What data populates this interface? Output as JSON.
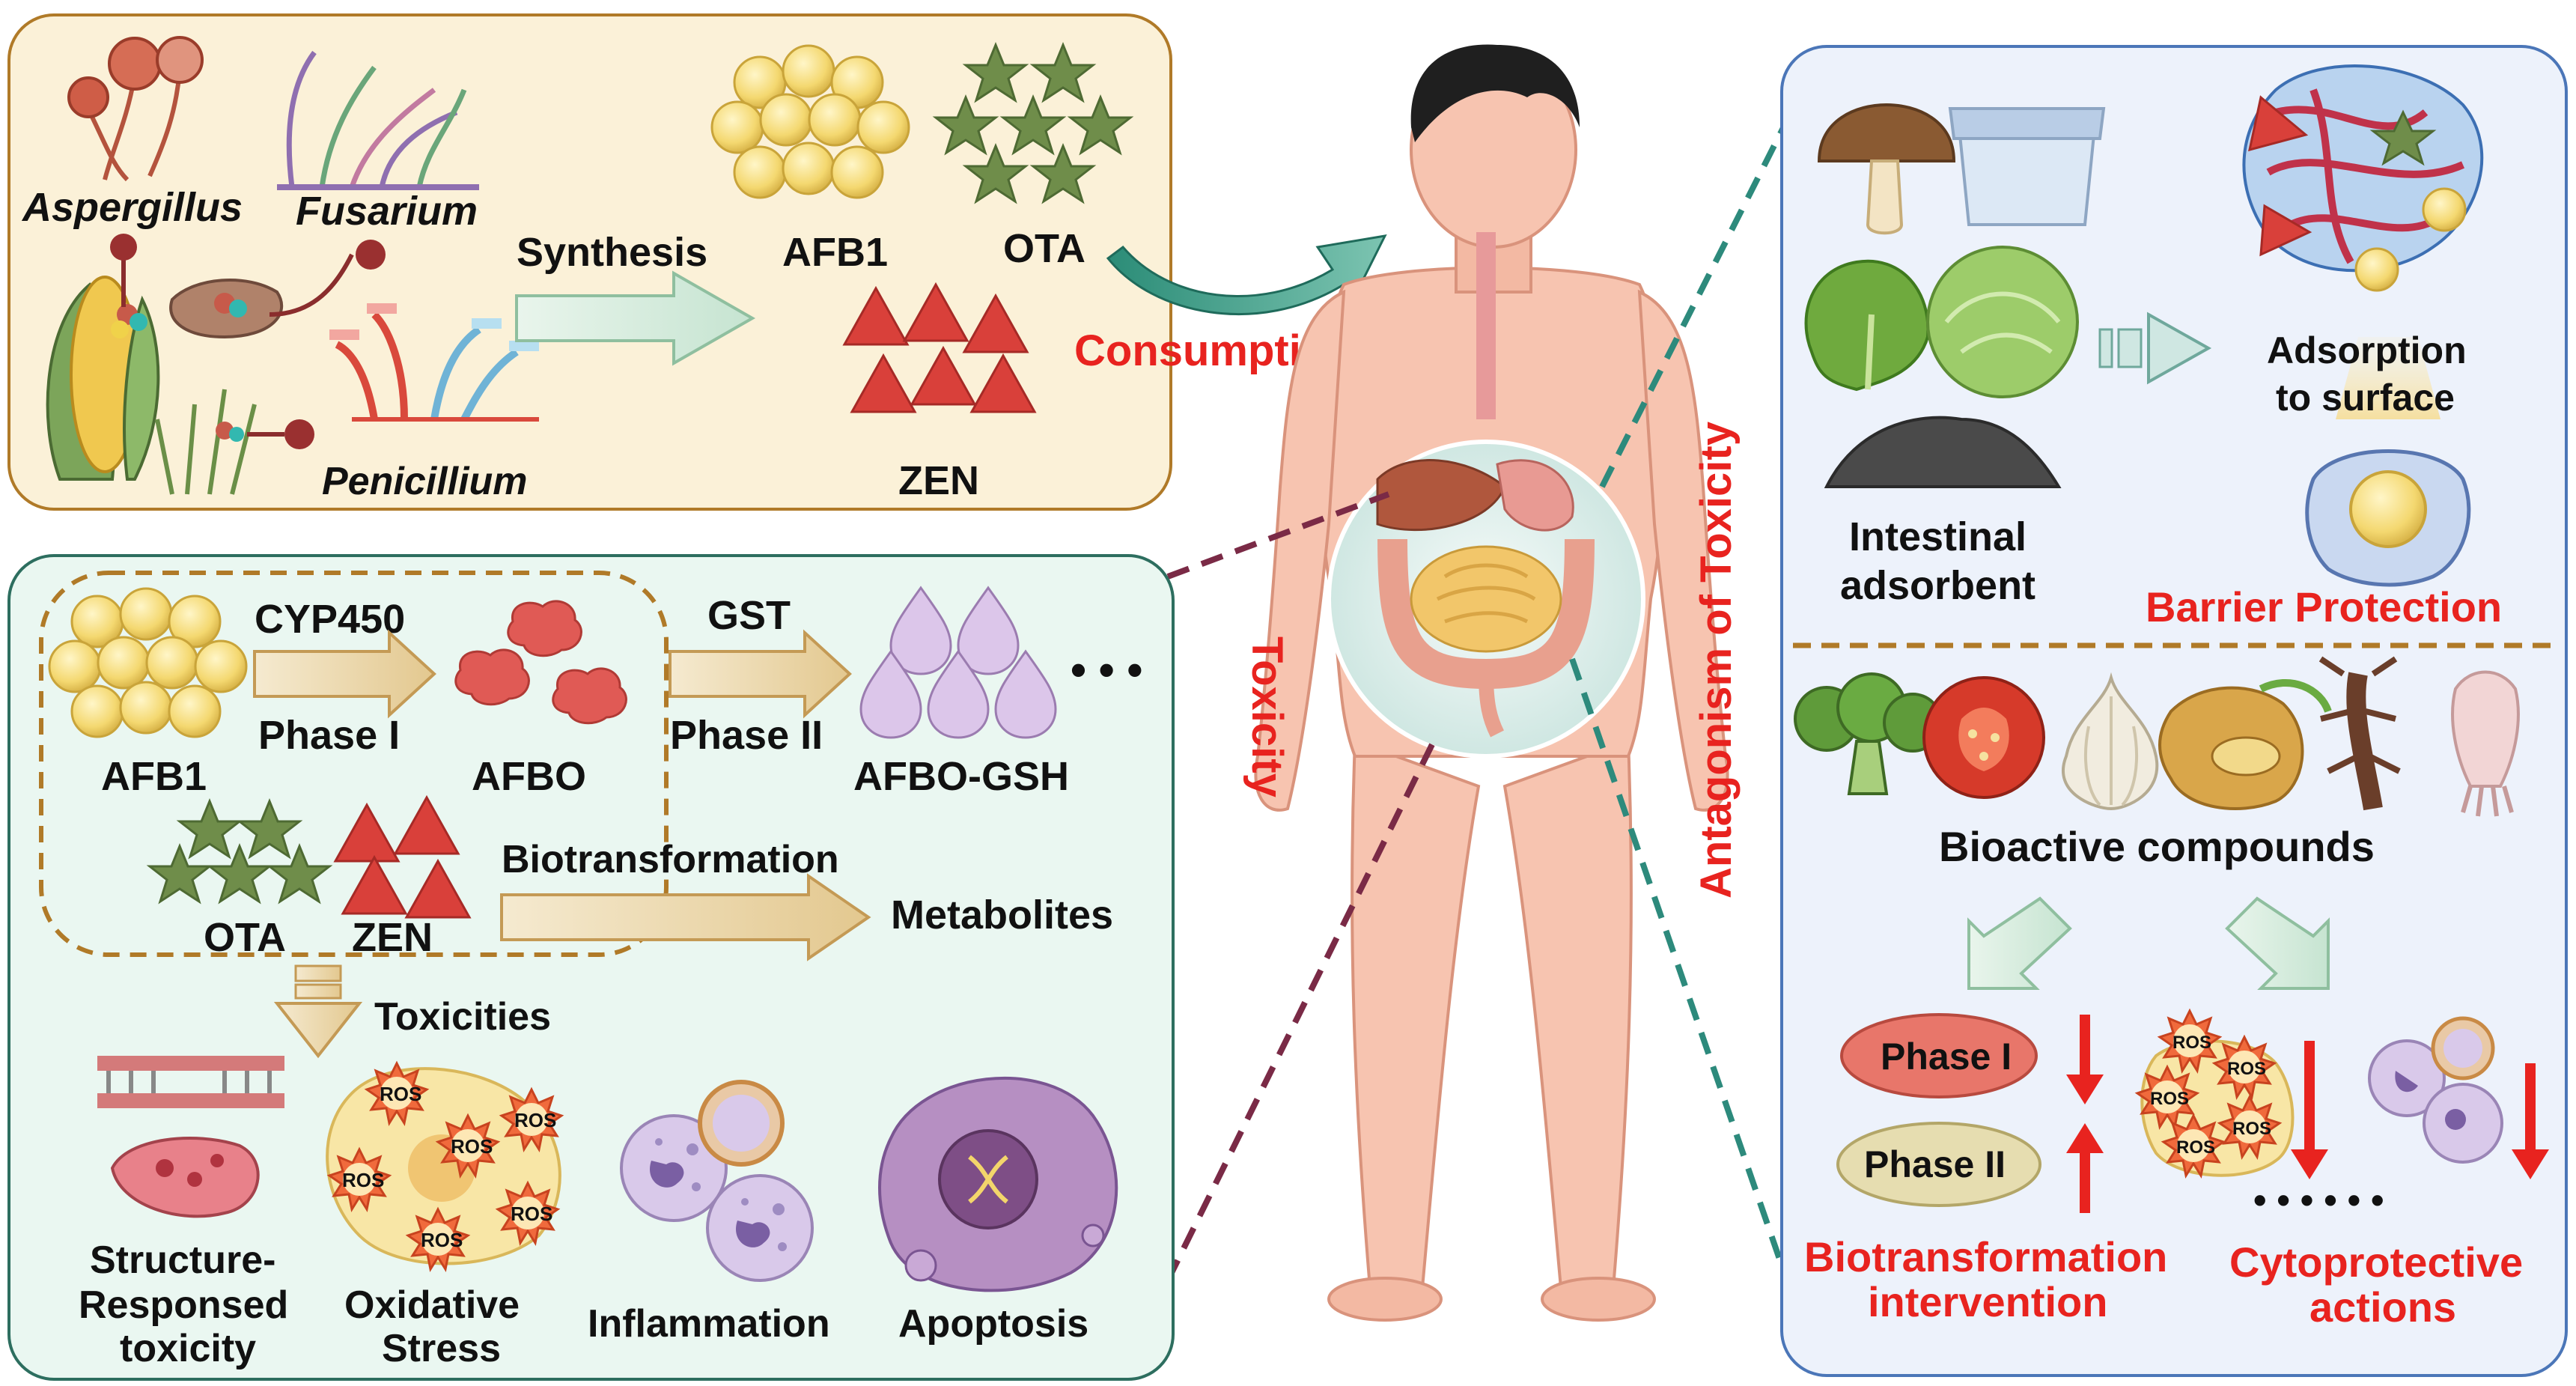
{
  "top_panel": {
    "aspergillus": "Aspergillus",
    "fusarium": "Fusarium",
    "penicillium": "Penicillium",
    "synthesis": "Synthesis",
    "afb1": "AFB1",
    "ota": "OTA",
    "zen": "ZEN"
  },
  "center": {
    "consumption": "Consumption",
    "toxicity": "Toxicity",
    "antagonism": "Antagonism of Toxicity"
  },
  "left_panel": {
    "cyp450": "CYP450",
    "phase1": "Phase I",
    "gst": "GST",
    "phase2": "Phase II",
    "afb1": "AFB1",
    "afbo": "AFBO",
    "afbo_gsh": "AFBO-GSH",
    "ellipsis": "• • •",
    "ota": "OTA",
    "zen": "ZEN",
    "biotransformation": "Biotransformation",
    "metabolites": "Metabolites",
    "toxicities": "Toxicities",
    "ros": "ROS",
    "structure_line1": "Structure-",
    "structure_line2": "Responsed",
    "structure_line3": "toxicity",
    "oxidative_line1": "Oxidative",
    "oxidative_line2": "Stress",
    "inflammation": "Inflammation",
    "apoptosis": "Apoptosis"
  },
  "right_panel": {
    "intestinal_line1": "Intestinal",
    "intestinal_line2": "adsorbent",
    "adsorption_line1": "Adsorption",
    "adsorption_line2": "to surface",
    "barrier_protection": "Barrier Protection",
    "bioactive_compounds": "Bioactive compounds",
    "phase1": "Phase I",
    "phase2": "Phase II",
    "ros": "ROS",
    "dots": "• • • • • •",
    "bio_line1": "Biotransformation",
    "bio_line2": "intervention",
    "cyto_line1": "Cytoprotective",
    "cyto_line2": "actions"
  },
  "colors": {
    "top_panel_bg": "#fbf1d8",
    "left_panel_bg": "#eaf7f1",
    "right_panel_bg": "#edf2fb",
    "accent_red": "#e8231f",
    "dashed_gold": "#b07a28",
    "toxicity_line": "#7a2a46",
    "antagonism_line": "#2d8a7c",
    "afb1_fill": "#f7e08a",
    "ota_fill": "#6f8d4a",
    "zen_fill": "#d9403a",
    "afbo_fill": "#e05a55",
    "gsh_fill": "#d9c2e6"
  }
}
